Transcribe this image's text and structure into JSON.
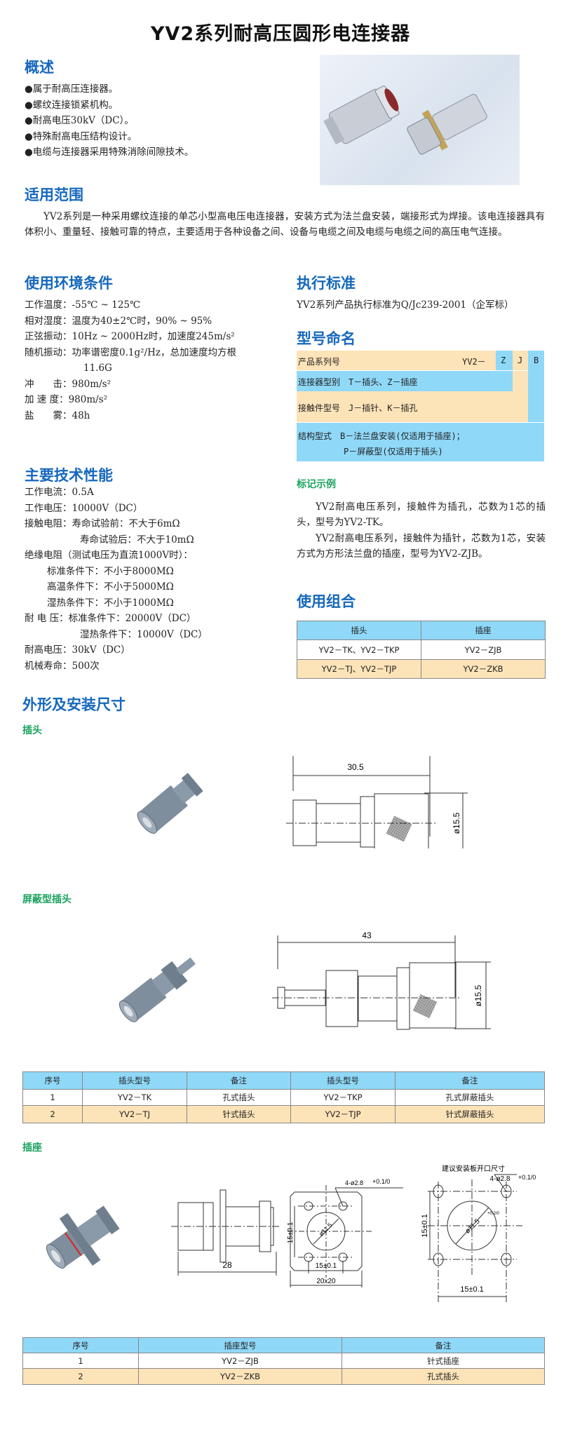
{
  "title": "YV2系列耐高压圆形电连接器",
  "overview": {
    "heading": "概述",
    "bullets": [
      "●属于耐高压连接器。",
      "●螺纹连接锁紧机构。",
      "●耐高电压30kV（DC）。",
      "●特殊耐高电压结构设计。",
      "●电缆与连接器采用特殊消除间隙技术。"
    ]
  },
  "scope": {
    "heading": "适用范围",
    "text": "YV2系列是一种采用螺纹连接的单芯小型高电压电连接器，安装方式为法兰盘安装，端接形式为焊接。该电连接器具有体积小、重量轻、接触可靠的特点，主要适用于各种设备之间、设备与电缆之间及电缆与电缆之间的高压电气连接。"
  },
  "env": {
    "heading": "使用环境条件",
    "lines": [
      "工作温度：-55℃ ~ 125℃",
      "相对湿度：温度为40±2℃时，90% ~ 95%",
      "正弦振动：10Hz ~ 2000Hz时，加速度245m/s²",
      "随机振动：功率谱密度0.1g²/Hz，总加速度均方根",
      "11.6G",
      "冲　　击：980m/s²",
      "加 速 度：980m/s²",
      "盐　　雾：48h"
    ]
  },
  "standard": {
    "heading": "执行标准",
    "text": "YV2系列产品执行标准为Q/Jc239-2001（企军标）"
  },
  "naming": {
    "heading": "型号命名",
    "series_label": "产品系列号",
    "series_prefix": "YV2－",
    "codes": [
      "Z",
      "J",
      "B"
    ],
    "row2": "连接器型别　T－插头、Z－插座",
    "row3": "接触件型号　J－插针、K－插孔",
    "row4a": "结构型式　B－法兰盘安装(仅适用于插座)；",
    "row4b": "P－屏蔽型(仅适用于插头)"
  },
  "perf": {
    "heading": "主要技术性能",
    "lines": [
      "工作电流：0.5A",
      "工作电压：10000V（DC）",
      "接触电阻：寿命试验前：不大于6mΩ",
      "寿命试验后：不大于10mΩ",
      "绝缘电阻（测试电压为直流1000V时）：",
      "标准条件下：不小于8000MΩ",
      "高温条件下：不小于5000MΩ",
      "湿热条件下：不小于1000MΩ",
      "耐 电 压：标准条件下：20000V（DC）",
      "湿热条件下：10000V（DC）",
      "耐高电压：30kV（DC）",
      "机械寿命：500次"
    ]
  },
  "example": {
    "heading": "标记示例",
    "p1": "YV2耐高电压系列，接触件为插孔，芯数为1芯的插头，型号为YV2-TK。",
    "p2": "YV2耐高电压系列，接触件为插针，芯数为1芯，安装方式为方形法兰盘的插座，型号为YV2-ZJB。"
  },
  "combo": {
    "heading": "使用组合",
    "headers": [
      "插头",
      "插座"
    ],
    "rows": [
      [
        "YV2－TK、YV2－TKP",
        "YV2－ZJB"
      ],
      [
        "YV2－TJ、YV2－TJP",
        "YV2－ZKB"
      ]
    ]
  },
  "dims": {
    "heading": "外形及安装尺寸",
    "plug": {
      "heading": "插头",
      "length": "30.5",
      "dia": "ø15.5"
    },
    "shielded": {
      "heading": "屏蔽型插头",
      "length": "43",
      "dia": "ø15.5"
    },
    "plug_table": {
      "headers": [
        "序号",
        "插头型号",
        "备注",
        "插头型号",
        "备注"
      ],
      "rows": [
        [
          "1",
          "YV2－TK",
          "孔式插头",
          "YV2－TKP",
          "孔式屏蔽插头"
        ],
        [
          "2",
          "YV2－TJ",
          "针式插头",
          "YV2－TJP",
          "针式屏蔽插头"
        ]
      ]
    },
    "socket": {
      "heading": "插座",
      "length": "28",
      "hole": "4-ø2.8",
      "hole_tol": "+0.1/0",
      "pitch_v": "15±0.1",
      "pitch_h": "15±0.1",
      "bore": "ø11.5",
      "flange": "20x20",
      "cutout_title": "建议安装板开口尺寸",
      "cutout_bore": "ø11.5",
      "cutout_tol": "+0.2/0"
    },
    "socket_table": {
      "headers": [
        "序号",
        "插座型号",
        "备注"
      ],
      "rows": [
        [
          "1",
          "YV2－ZJB",
          "针式插座"
        ],
        [
          "2",
          "YV2－ZKB",
          "孔式插头"
        ]
      ]
    }
  }
}
